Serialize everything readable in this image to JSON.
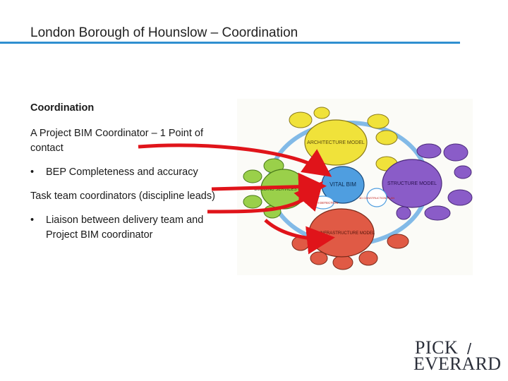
{
  "header": {
    "title": "London Borough of Hounslow – Coordination"
  },
  "content": {
    "heading": "Coordination",
    "paragraph_1": "A Project BIM Coordinator – 1 Point of contact",
    "bullet_1": "BEP Completeness and accuracy",
    "paragraph_2": "Task team coordinators (discipline leads)",
    "bullet_2": "Liaison between delivery team and Project BIM coordinator",
    "bullet_symbol": "•"
  },
  "diagram": {
    "center_label": "VITAL BIM",
    "architecture_label": "ARCHITECTURE MODEL",
    "building_services_label": "BUILDING SERVICES MODEL",
    "structure_label": "STRUCTURE MODEL",
    "civil_label": "CIVIL INFRASTRUCTURE MODEL",
    "clash_label": "CLASH DETECTION",
    "construction_label": "4D CONSTRUCTION PLAN",
    "colors": {
      "architecture": "#f0e23a",
      "services": "#9ad04a",
      "structure": "#8a5cc8",
      "civil": "#e05a45",
      "center": "#4f9ee0",
      "arrow": "#e0141a"
    }
  },
  "logo": {
    "line1": "PICK",
    "slash": "/",
    "line2": "EVERARD"
  }
}
